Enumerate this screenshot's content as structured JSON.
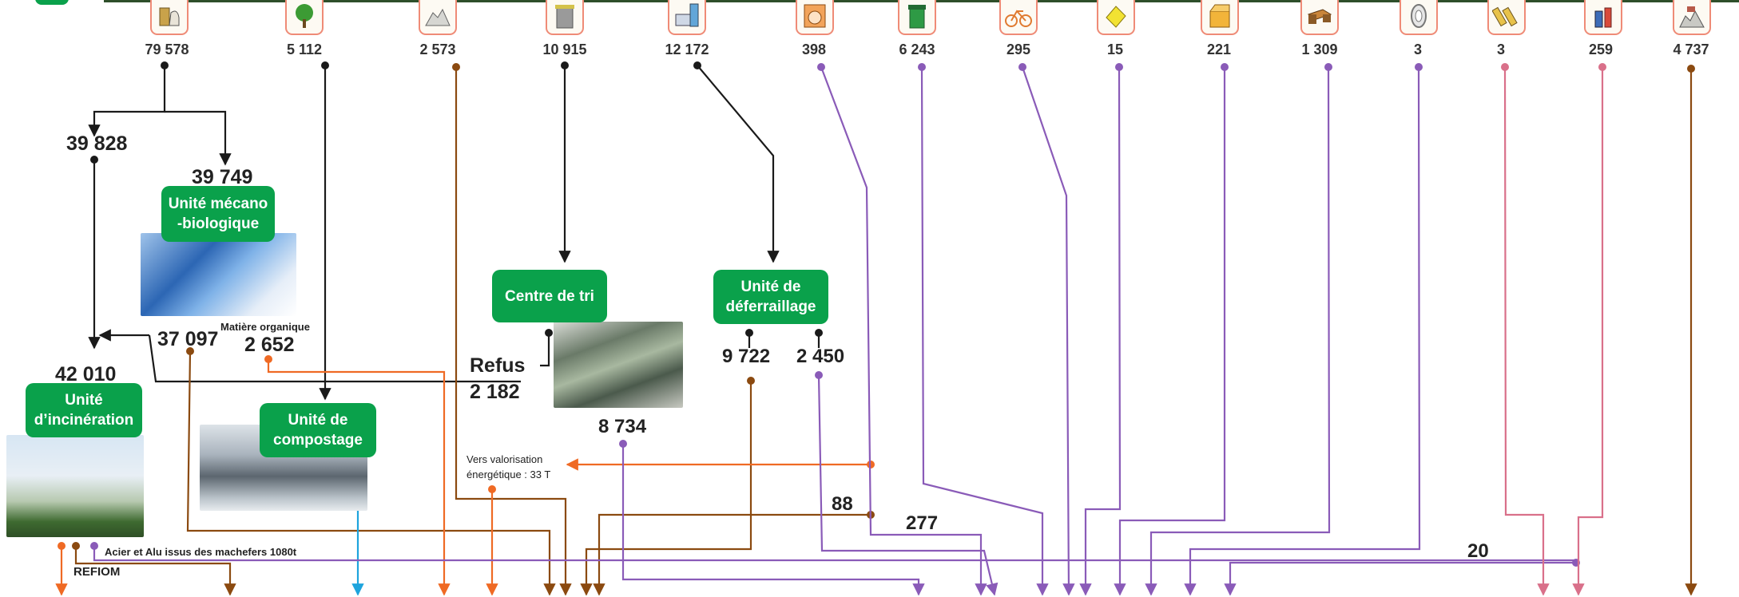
{
  "colors": {
    "black": "#1a1a1a",
    "brown": "#8b4a10",
    "orange": "#ef6a24",
    "purple": "#8a5bb8",
    "pink": "#d9708a",
    "blue": "#1ea4dd",
    "green_box": "#0aa14b",
    "icon_border": "#ef8b77"
  },
  "categories": [
    {
      "icon": "trash-bag-icon",
      "value": "79 578"
    },
    {
      "icon": "tree-icon",
      "value": "5 112"
    },
    {
      "icon": "rubble-icon",
      "value": "2 573"
    },
    {
      "icon": "grey-bin-icon",
      "value": "10 915"
    },
    {
      "icon": "furniture-icon",
      "value": "12 172"
    },
    {
      "icon": "washing-machine-icon",
      "value": "398"
    },
    {
      "icon": "green-bin-icon",
      "value": "6 243"
    },
    {
      "icon": "bicycle-icon",
      "value": "295"
    },
    {
      "icon": "chemical-can-icon",
      "value": "15"
    },
    {
      "icon": "cardboard-box-icon",
      "value": "221"
    },
    {
      "icon": "wood-pallet-icon",
      "value": "1 309"
    },
    {
      "icon": "tire-icon",
      "value": "3"
    },
    {
      "icon": "batteries-icon",
      "value": "3"
    },
    {
      "icon": "spray-can-icon",
      "value": "259"
    },
    {
      "icon": "debris-icon",
      "value": "4 737"
    }
  ],
  "values": {
    "split_incin": "39 828",
    "split_mecano": "39 749",
    "mecano_out": "37 097",
    "organic": "2 652",
    "incin_total": "42 010",
    "refus": "2 182",
    "tri_out": "8 734",
    "def_a": "9 722",
    "def_b": "2 450",
    "v88": "88",
    "v277": "277",
    "v20": "20"
  },
  "labels": {
    "organic_label": "Matière organique",
    "refus_label": "Refus",
    "energy_note": "Vers valorisation énergétique : 33 T",
    "acier_note": "Acier et Alu issus des machefers 1080t",
    "refiom": "REFIOM"
  },
  "units": {
    "mecano": "Unité mécano -biologique",
    "incin": "Unité d’incinération",
    "compost": "Unité de compostage",
    "tri": "Centre de tri",
    "def": "Unité de déferraillage"
  }
}
